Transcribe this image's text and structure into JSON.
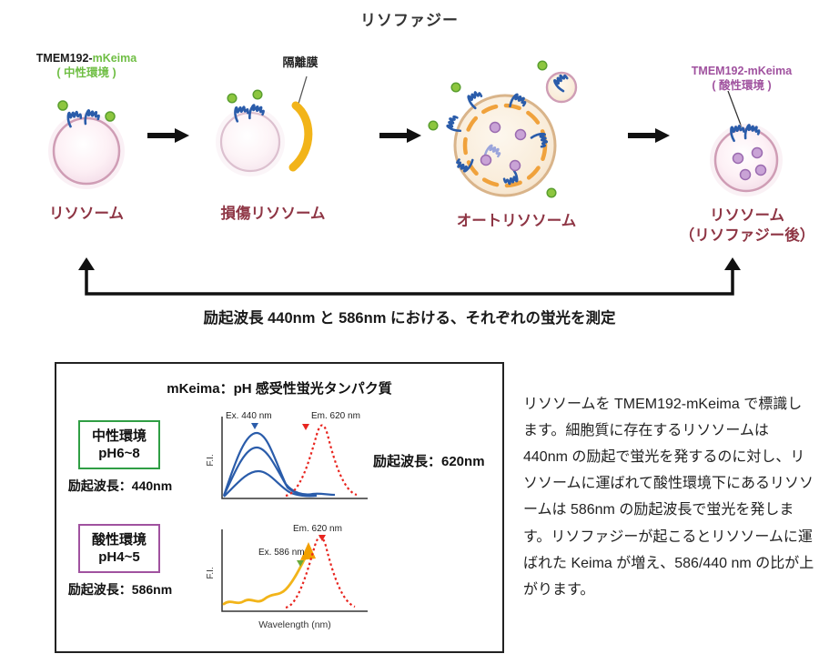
{
  "title": "リソファジー",
  "stages": {
    "lysosome": {
      "tag_prefix": "TMEM192-",
      "tag_mkeima": "mKeima",
      "tag_env": "( 中性環境 )",
      "label": "リソソーム"
    },
    "damaged": {
      "annotation": "隔離膜",
      "label": "損傷リソソーム"
    },
    "autolysosome": {
      "label": "オートリソソーム"
    },
    "after": {
      "tag_line1": "TMEM192-mKeima",
      "tag_env": "( 酸性環境 )",
      "label_line1": "リソソーム",
      "label_line2": "（リソファジー後）"
    }
  },
  "measurement_note": "励起波長 440nm と 586nm における、それぞれの蛍光を測定",
  "panel": {
    "title": "mKeima：pH 感受性蛍光タンパク質",
    "neutral": {
      "line1": "中性環境",
      "line2": "pH6~8",
      "excitation": "励起波長：440nm"
    },
    "acidic": {
      "line1": "酸性環境",
      "line2": "pH4~5",
      "excitation": "励起波長：586nm"
    },
    "emission_note": "励起波長：620nm",
    "top_graph": {
      "ex": "Ex. 440 nm",
      "em": "Em. 620 nm",
      "ylabel": "F.I."
    },
    "bottom_graph": {
      "ex": "Ex. 586 nm",
      "em": "Em. 620 nm",
      "ylabel": "F.I.",
      "xlabel": "Wavelength  (nm)"
    }
  },
  "description": "リソソームを TMEM192-mKeima で標識します。細胞質に存在するリソソームは 440nm の励起で蛍光を発するのに対し、リソソームに運ばれて酸性環境下にあるリソソームは 586nm の励起波長で蛍光を発します。リソファジーが起こるとリソソームに運ばれた Keima が増え、586/440 nm の比が上がります。",
  "colors": {
    "maroon": "#8e3544",
    "mkeima_green": "#6fbe44",
    "green_border": "#2f9e44",
    "purple": "#a0529f",
    "protein_blue": "#2a5caa",
    "membrane_yellow": "#f2b419",
    "emission_red": "#e8251f"
  }
}
